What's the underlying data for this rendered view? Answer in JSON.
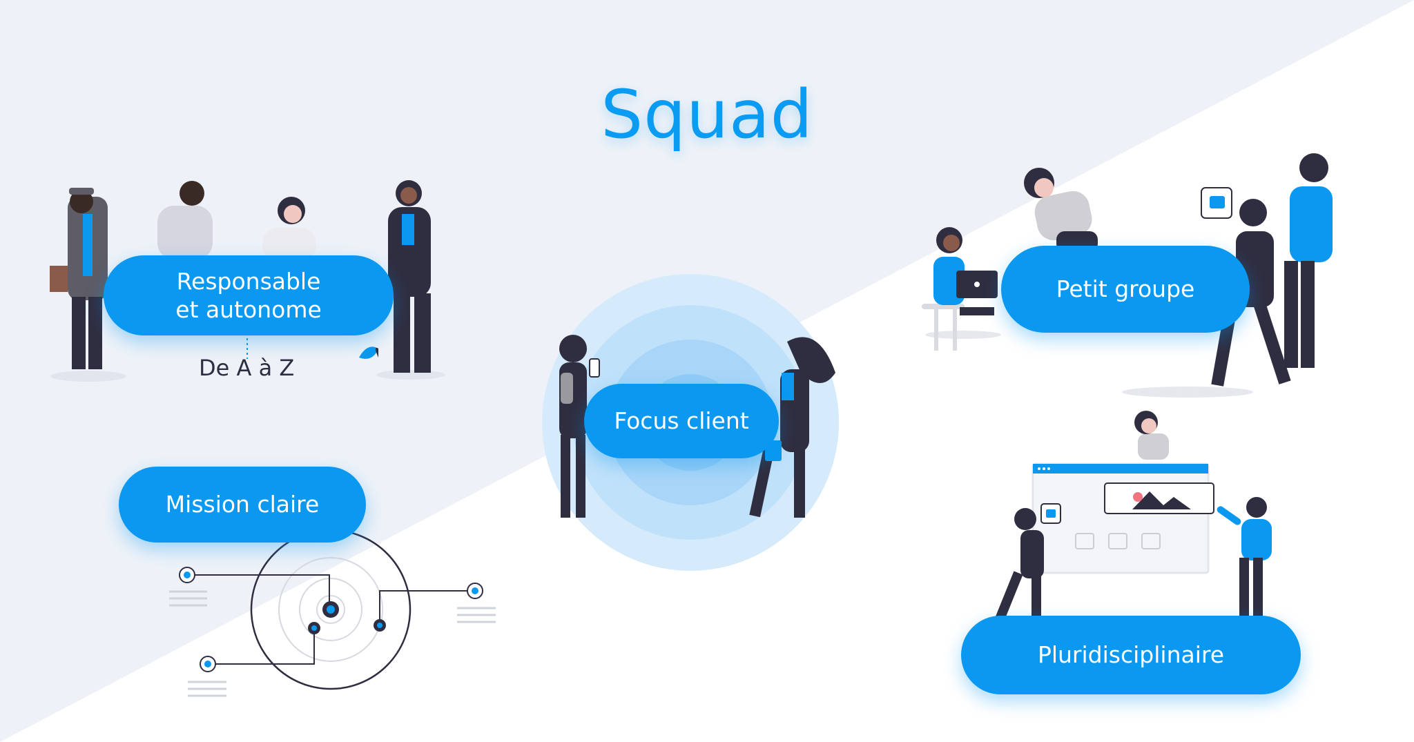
{
  "title": "Squad",
  "colors": {
    "accent": "#0a98f0",
    "dark": "#2f2e41",
    "bg_tint": "#eef2f8"
  },
  "cards": {
    "responsable": {
      "line1": "Responsable",
      "line2": "et autonome",
      "sub": "De A à Z"
    },
    "mission": {
      "label": "Mission claire"
    },
    "focus": {
      "label": "Focus client"
    },
    "petit": {
      "label": "Petit groupe"
    },
    "pluri": {
      "label": "Pluridisciplinaire"
    }
  }
}
